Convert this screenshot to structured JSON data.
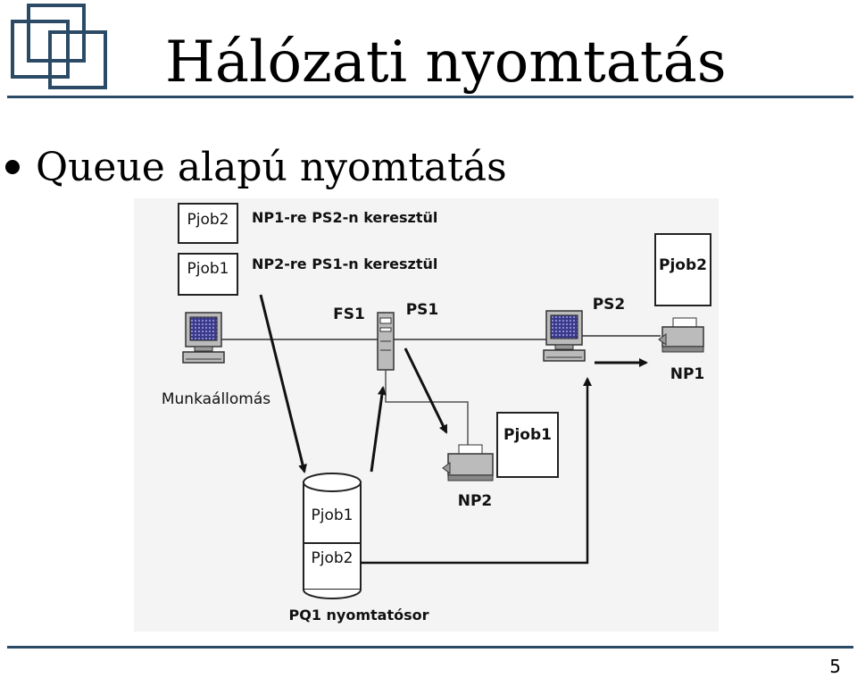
{
  "slide": {
    "title": "Hálózati nyomtatás",
    "bullet": "Queue alapú nyomtatás",
    "page_number": "5"
  },
  "colors": {
    "rule": "#2b4a66",
    "logo": "#2b4a66",
    "diagram_bg": "#f4f4f4"
  },
  "diagram": {
    "legend": {
      "job1_box": "Pjob2",
      "job1_text": "NP1-re PS2-n keresztül",
      "job2_box": "Pjob1",
      "job2_text": "NP2-re PS1-n keresztül"
    },
    "labels": {
      "fs1": "FS1",
      "ps1": "PS1",
      "ps2": "PS2",
      "workstation": "Munkaállomás",
      "np1": "NP1",
      "np2": "NP2",
      "queue_caption": "PQ1 nyomtatósor"
    },
    "jobs": {
      "np1_job": "Pjob2",
      "np2_job": "Pjob1",
      "queue_item_1": "Pjob1",
      "queue_item_2": "Pjob2"
    }
  }
}
